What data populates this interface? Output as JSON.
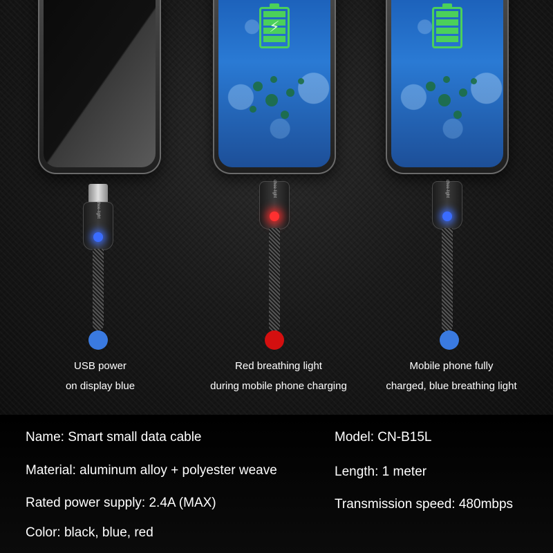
{
  "scene": {
    "brand_mark": "chee-light",
    "states": [
      {
        "id": "usb",
        "caption_line1": "USB power",
        "caption_line2": "on display blue",
        "indicator_color": "#3a7ae0",
        "led": "blue"
      },
      {
        "id": "charging",
        "caption_line1": "Red breathing light",
        "caption_line2": "during mobile phone charging",
        "indicator_color": "#d40f0f",
        "led": "red"
      },
      {
        "id": "full",
        "caption_line1": "Mobile phone fully",
        "caption_line2": "charged, blue breathing light",
        "indicator_color": "#3a7ae0",
        "led": "blue"
      }
    ]
  },
  "specs": {
    "name": "Name: Smart small data cable",
    "model": "Model: CN-B15L",
    "material": "Material: aluminum alloy + polyester weave",
    "length": "Length: 1 meter",
    "power": "Rated power supply: 2.4A (MAX)",
    "speed": "Transmission speed: 480mbps",
    "color": "Color: black, blue, red"
  },
  "icons": {
    "charging_battery": "battery-charging-icon",
    "full_battery": "battery-full-icon"
  }
}
